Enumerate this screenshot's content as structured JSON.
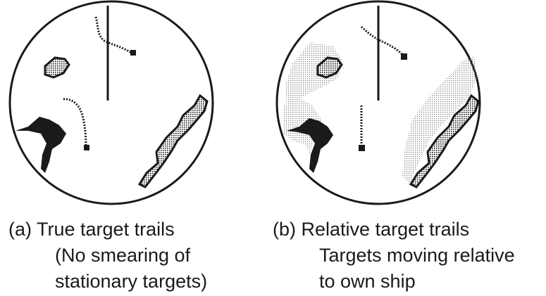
{
  "panels": [
    {
      "id": "a",
      "label": "(a)",
      "caption_lines": [
        "True target trails",
        "(No smearing of",
        "stationary targets)"
      ]
    },
    {
      "id": "b",
      "label": "(b)",
      "caption_lines": [
        "Relative target trails",
        "Targets moving relative",
        "to own ship"
      ]
    }
  ],
  "colors": {
    "ink": "#1a1a1a",
    "smear": "#8a8a8a",
    "background": "#ffffff"
  }
}
